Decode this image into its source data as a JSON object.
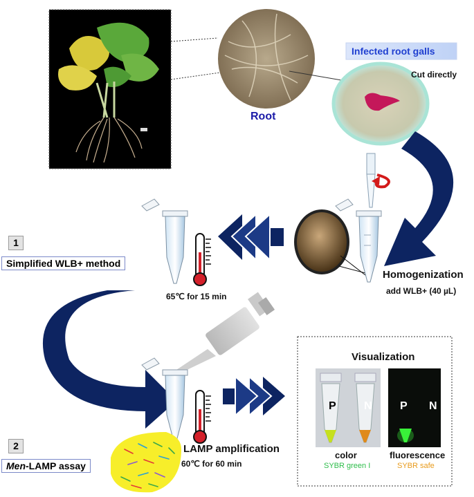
{
  "labels": {
    "root": "Root",
    "infected_galls": "Infected root galls",
    "cut_directly": "Cut directly",
    "homogenization": "Homogenization",
    "add_wlb": "add WLB+ (40 µL)",
    "temp1": "65℃ for 15 min",
    "step1_num": "1",
    "step1_label": "Simplified WLB+ method",
    "visualization": "Visualization",
    "lamp_amp": "LAMP amplification",
    "temp2": "60℃ for 60 min",
    "step2_num": "2",
    "step2_label_italic": "Men",
    "step2_label_rest": "-LAMP assay",
    "color": "color",
    "sybr_green": "SYBR green I",
    "fluorescence": "fluorescence",
    "sybr_safe": "SYBR safe",
    "p1": "P",
    "n1": "N",
    "p2": "P",
    "n2": "N"
  },
  "colors": {
    "arrow_navy": "#0d2461",
    "root_text": "#1a1aa8",
    "infected_text": "#1f3fd0",
    "sybr_green": "#2dbd4a",
    "sybr_safe": "#e89a1a",
    "lamp_yellow": "#f7ee2a"
  }
}
